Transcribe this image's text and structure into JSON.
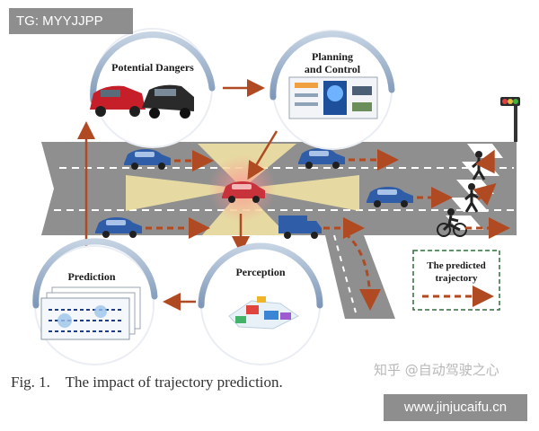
{
  "watermarks": {
    "tg": "TG: MYYJJPP",
    "zhihu": "知乎 @自动驾驶之心",
    "url": "www.jinjucaifu.cn"
  },
  "diagram": {
    "potential_dangers": "Potential Dangers",
    "planning_line1": "Planning",
    "planning_line2": "and Control",
    "prediction": "Prediction",
    "perception": "Perception",
    "legend_line1": "The predicted",
    "legend_line2": "trajectory"
  },
  "caption": "Fig. 1.    The impact of trajectory prediction.",
  "colors": {
    "road": "#8f8f8f",
    "lane_line": "#ffffff",
    "car_blue": "#2f5da8",
    "ego_car": "#c8323a",
    "arrow": "#b04a22",
    "sensor": "#f6e8a6",
    "ring": "#9fb4cd"
  }
}
